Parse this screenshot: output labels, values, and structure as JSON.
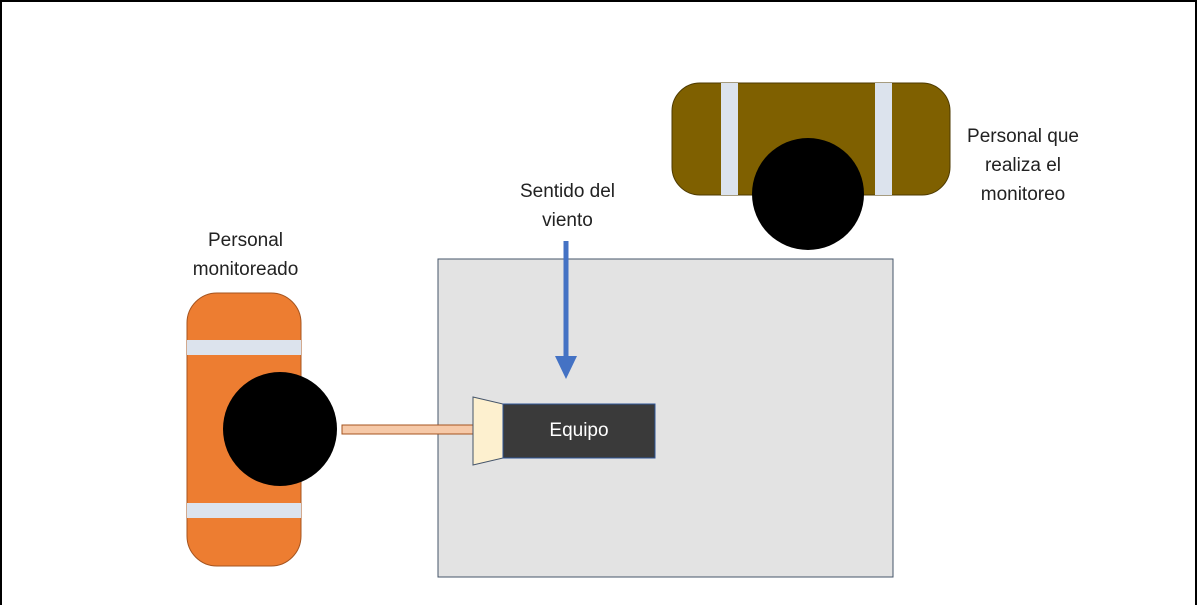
{
  "labels": {
    "monitored_person": [
      "Personal",
      "monitoreado"
    ],
    "monitoring_person": [
      "Personal que",
      "realiza el",
      "monitoreo"
    ],
    "wind_direction": [
      "Sentido del",
      "viento"
    ],
    "equipment": "Equipo"
  },
  "colors": {
    "monitored_body": "#ed7d31",
    "monitoring_body": "#7f6000",
    "head": "#000000",
    "stripe": "#dce3ed",
    "area": "#e3e3e3",
    "area_border": "#4472c4",
    "equipment_body": "#3a3a3a",
    "equipment_nozzle": "#fdf0cf",
    "arrow": "#4472c4",
    "hose": "#f6c9a8"
  }
}
